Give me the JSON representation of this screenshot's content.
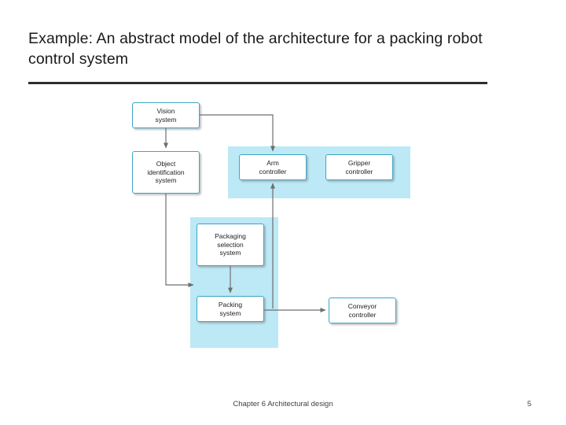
{
  "slide": {
    "title": "Example:  An abstract model of the architecture for a packing robot control system",
    "footer": "Chapter 6 Architectural design",
    "page_number": "5",
    "colors": {
      "group_fill": "#bce9f5",
      "box_border": "#3aa7c4",
      "arrow": "#6e6e6e",
      "rule": "#2e2e2e"
    }
  },
  "diagram": {
    "type": "block-diagram",
    "boxes": [
      {
        "id": "vision",
        "label": "Vision\nsystem"
      },
      {
        "id": "object",
        "label": "Object\nidentification\nsystem"
      },
      {
        "id": "arm",
        "label": "Arm\ncontroller"
      },
      {
        "id": "gripper",
        "label": "Gripper\ncontroller"
      },
      {
        "id": "packaging",
        "label": "Packaging\nselection\nsystem"
      },
      {
        "id": "packing",
        "label": "Packing\nsystem"
      },
      {
        "id": "conveyor",
        "label": "Conveyor\ncontroller"
      }
    ],
    "groups": [
      {
        "id": "group-top",
        "members": [
          "arm",
          "gripper"
        ]
      },
      {
        "id": "group-bottom",
        "members": [
          "packaging",
          "packing"
        ]
      }
    ],
    "connections": [
      {
        "from": "vision",
        "to": "object"
      },
      {
        "from": "vision",
        "to": "arm"
      },
      {
        "from": "object",
        "to": "packaging"
      },
      {
        "from": "packaging",
        "to": "packing"
      },
      {
        "from": "packing",
        "to": "arm"
      },
      {
        "from": "packing",
        "to": "conveyor"
      }
    ]
  }
}
